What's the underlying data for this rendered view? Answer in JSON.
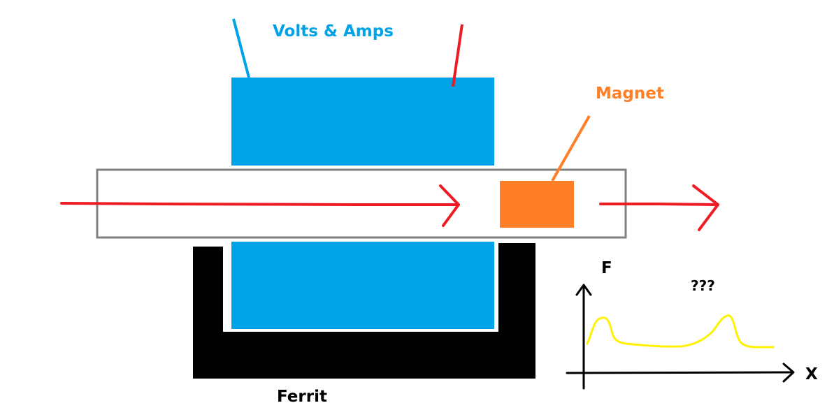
{
  "labels": {
    "volts_amps": "Volts & Amps",
    "magnet": "Magnet",
    "ferrit": "Ferrit",
    "force_axis": "F",
    "position_axis": "X",
    "unknown": "???"
  },
  "colors": {
    "coil": "#00A2E8",
    "tube_border": "#808080",
    "arrow": "#ED1C24",
    "magnet": "#FF7F27",
    "ferrite": "#000000",
    "curve": "#FFF200",
    "axes": "#000000",
    "lead_positive": "#ED1C24",
    "lead_negative": "#00A2E8"
  }
}
